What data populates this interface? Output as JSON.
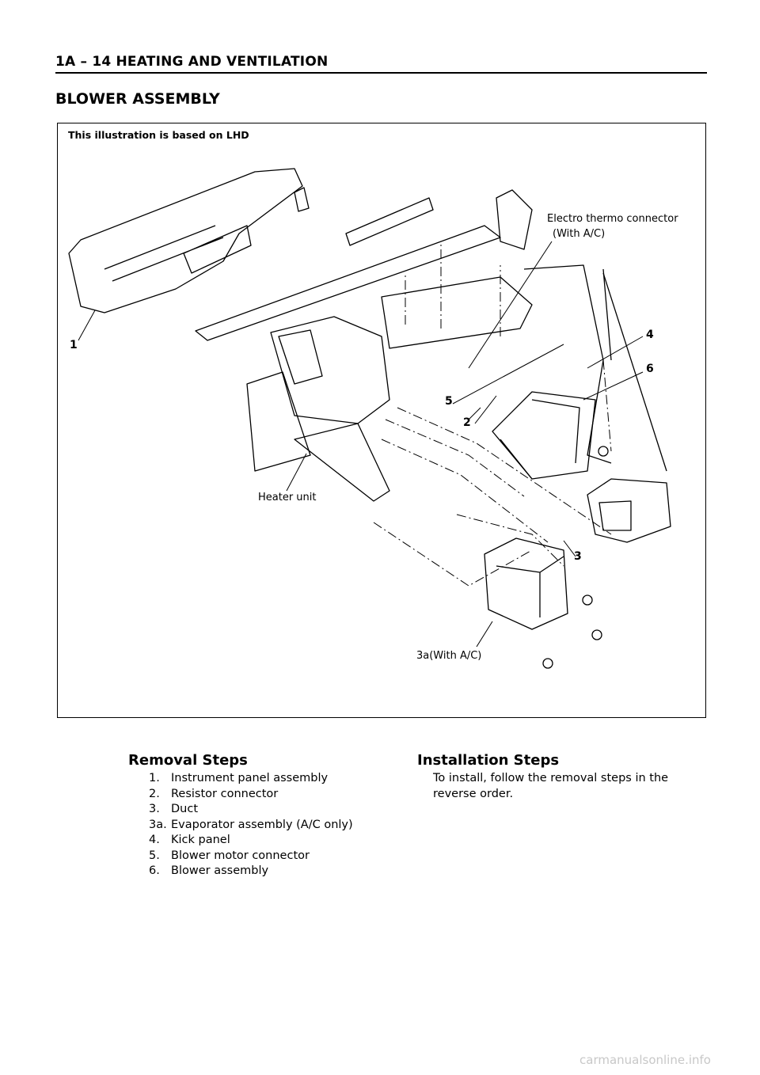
{
  "header": {
    "text": "1A – 14  HEATING AND VENTILATION"
  },
  "section_title": "BLOWER ASSEMBLY",
  "figure": {
    "note": "This illustration is based on LHD",
    "callouts": {
      "c1": "1",
      "c2": "2",
      "c3": "3",
      "c4": "4",
      "c5": "5",
      "c6": "6",
      "electro_line1": "Electro thermo connector",
      "electro_line2": "(With A/C)",
      "heater_unit": "Heater unit",
      "c3a": "3a(With A/C)"
    }
  },
  "removal": {
    "title": "Removal Steps",
    "steps": [
      {
        "n": "1.",
        "text": "Instrument panel assembly"
      },
      {
        "n": "2.",
        "text": "Resistor connector"
      },
      {
        "n": "3.",
        "text": "Duct"
      },
      {
        "n": "3a.",
        "text": "Evaporator assembly (A/C only)"
      },
      {
        "n": "4.",
        "text": "Kick panel"
      },
      {
        "n": "5.",
        "text": "Blower motor connector"
      },
      {
        "n": "6.",
        "text": "Blower assembly"
      }
    ]
  },
  "installation": {
    "title": "Installation Steps",
    "line1": "To install, follow the removal steps in the",
    "line2": "reverse order."
  },
  "watermark": "carmanualsonline.info"
}
